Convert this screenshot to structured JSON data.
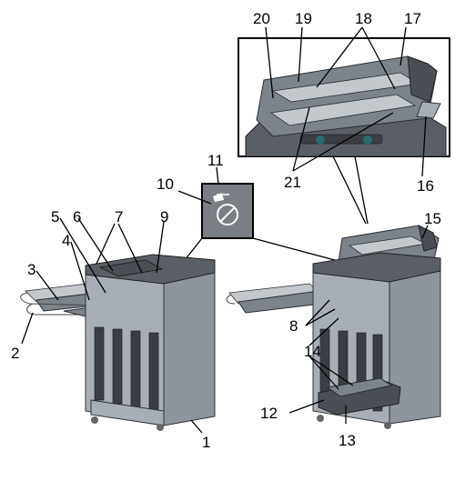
{
  "callouts": [
    "1",
    "2",
    "3",
    "4",
    "5",
    "6",
    "7",
    "8",
    "9",
    "10",
    "11",
    "12",
    "13",
    "14",
    "15",
    "16",
    "17",
    "18",
    "19",
    "20",
    "21"
  ],
  "colors": {
    "body": "#8d949c",
    "front_panel": "#a8aeb5",
    "dark_parts": "#4a4f55",
    "tray": "#7c838b",
    "warning_label": "#7a7f85",
    "background": "#ffffff"
  },
  "icons": {
    "warning_label": "no-hand-caution-icon"
  }
}
